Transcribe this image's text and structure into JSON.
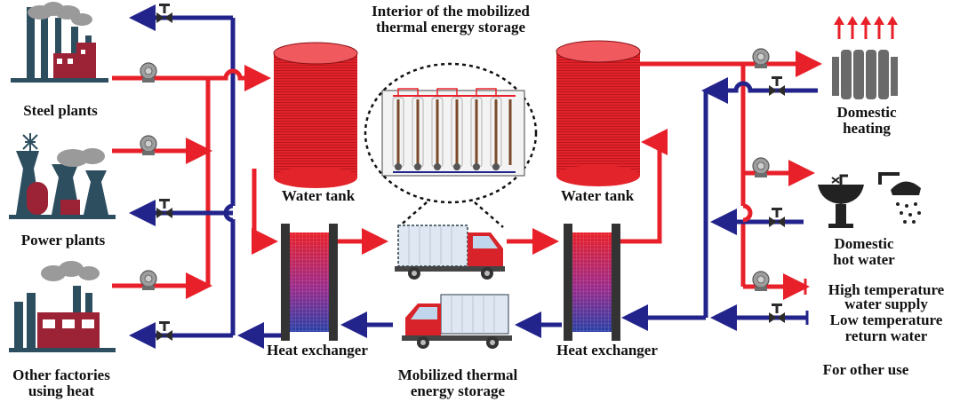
{
  "colors": {
    "hot_pipe": "#e8202a",
    "cold_pipe": "#23238c",
    "tank_red": "#e3242b",
    "factory_dark": "#2d4e5e",
    "factory_red": "#9b2335",
    "smoke": "#9a9a9a",
    "truck_cab": "#d8232a",
    "truck_box": "#dfe8f2"
  },
  "labels": {
    "steel_plants": "Steel plants",
    "power_plants": "Power plants",
    "other_factories_1": "Other factories",
    "other_factories_2": "using heat",
    "interior_1": "Interior of the mobilized",
    "interior_2": "thermal energy storage",
    "water_tank_left": "Water tank",
    "water_tank_right": "Water tank",
    "heat_exchanger_left": "Heat exchanger",
    "heat_exchanger_right": "Heat exchanger",
    "mobilized_1": "Mobilized thermal",
    "mobilized_2": "energy storage",
    "domestic_heating_1": "Domestic",
    "domestic_heating_2": "heating",
    "domestic_hot_water_1": "Domestic",
    "domestic_hot_water_2": "hot water",
    "high_temp_1": "High temperature",
    "high_temp_2": "water supply",
    "low_temp_1": "Low temperature",
    "low_temp_2": "return water",
    "other_use": "For other use"
  },
  "icons": [
    "factory-icon",
    "power-plant-icon",
    "water-tank-icon",
    "heat-exchanger-icon",
    "truck-icon",
    "pump-icon",
    "valve-icon",
    "radiator-icon",
    "sink-icon",
    "shower-icon"
  ]
}
